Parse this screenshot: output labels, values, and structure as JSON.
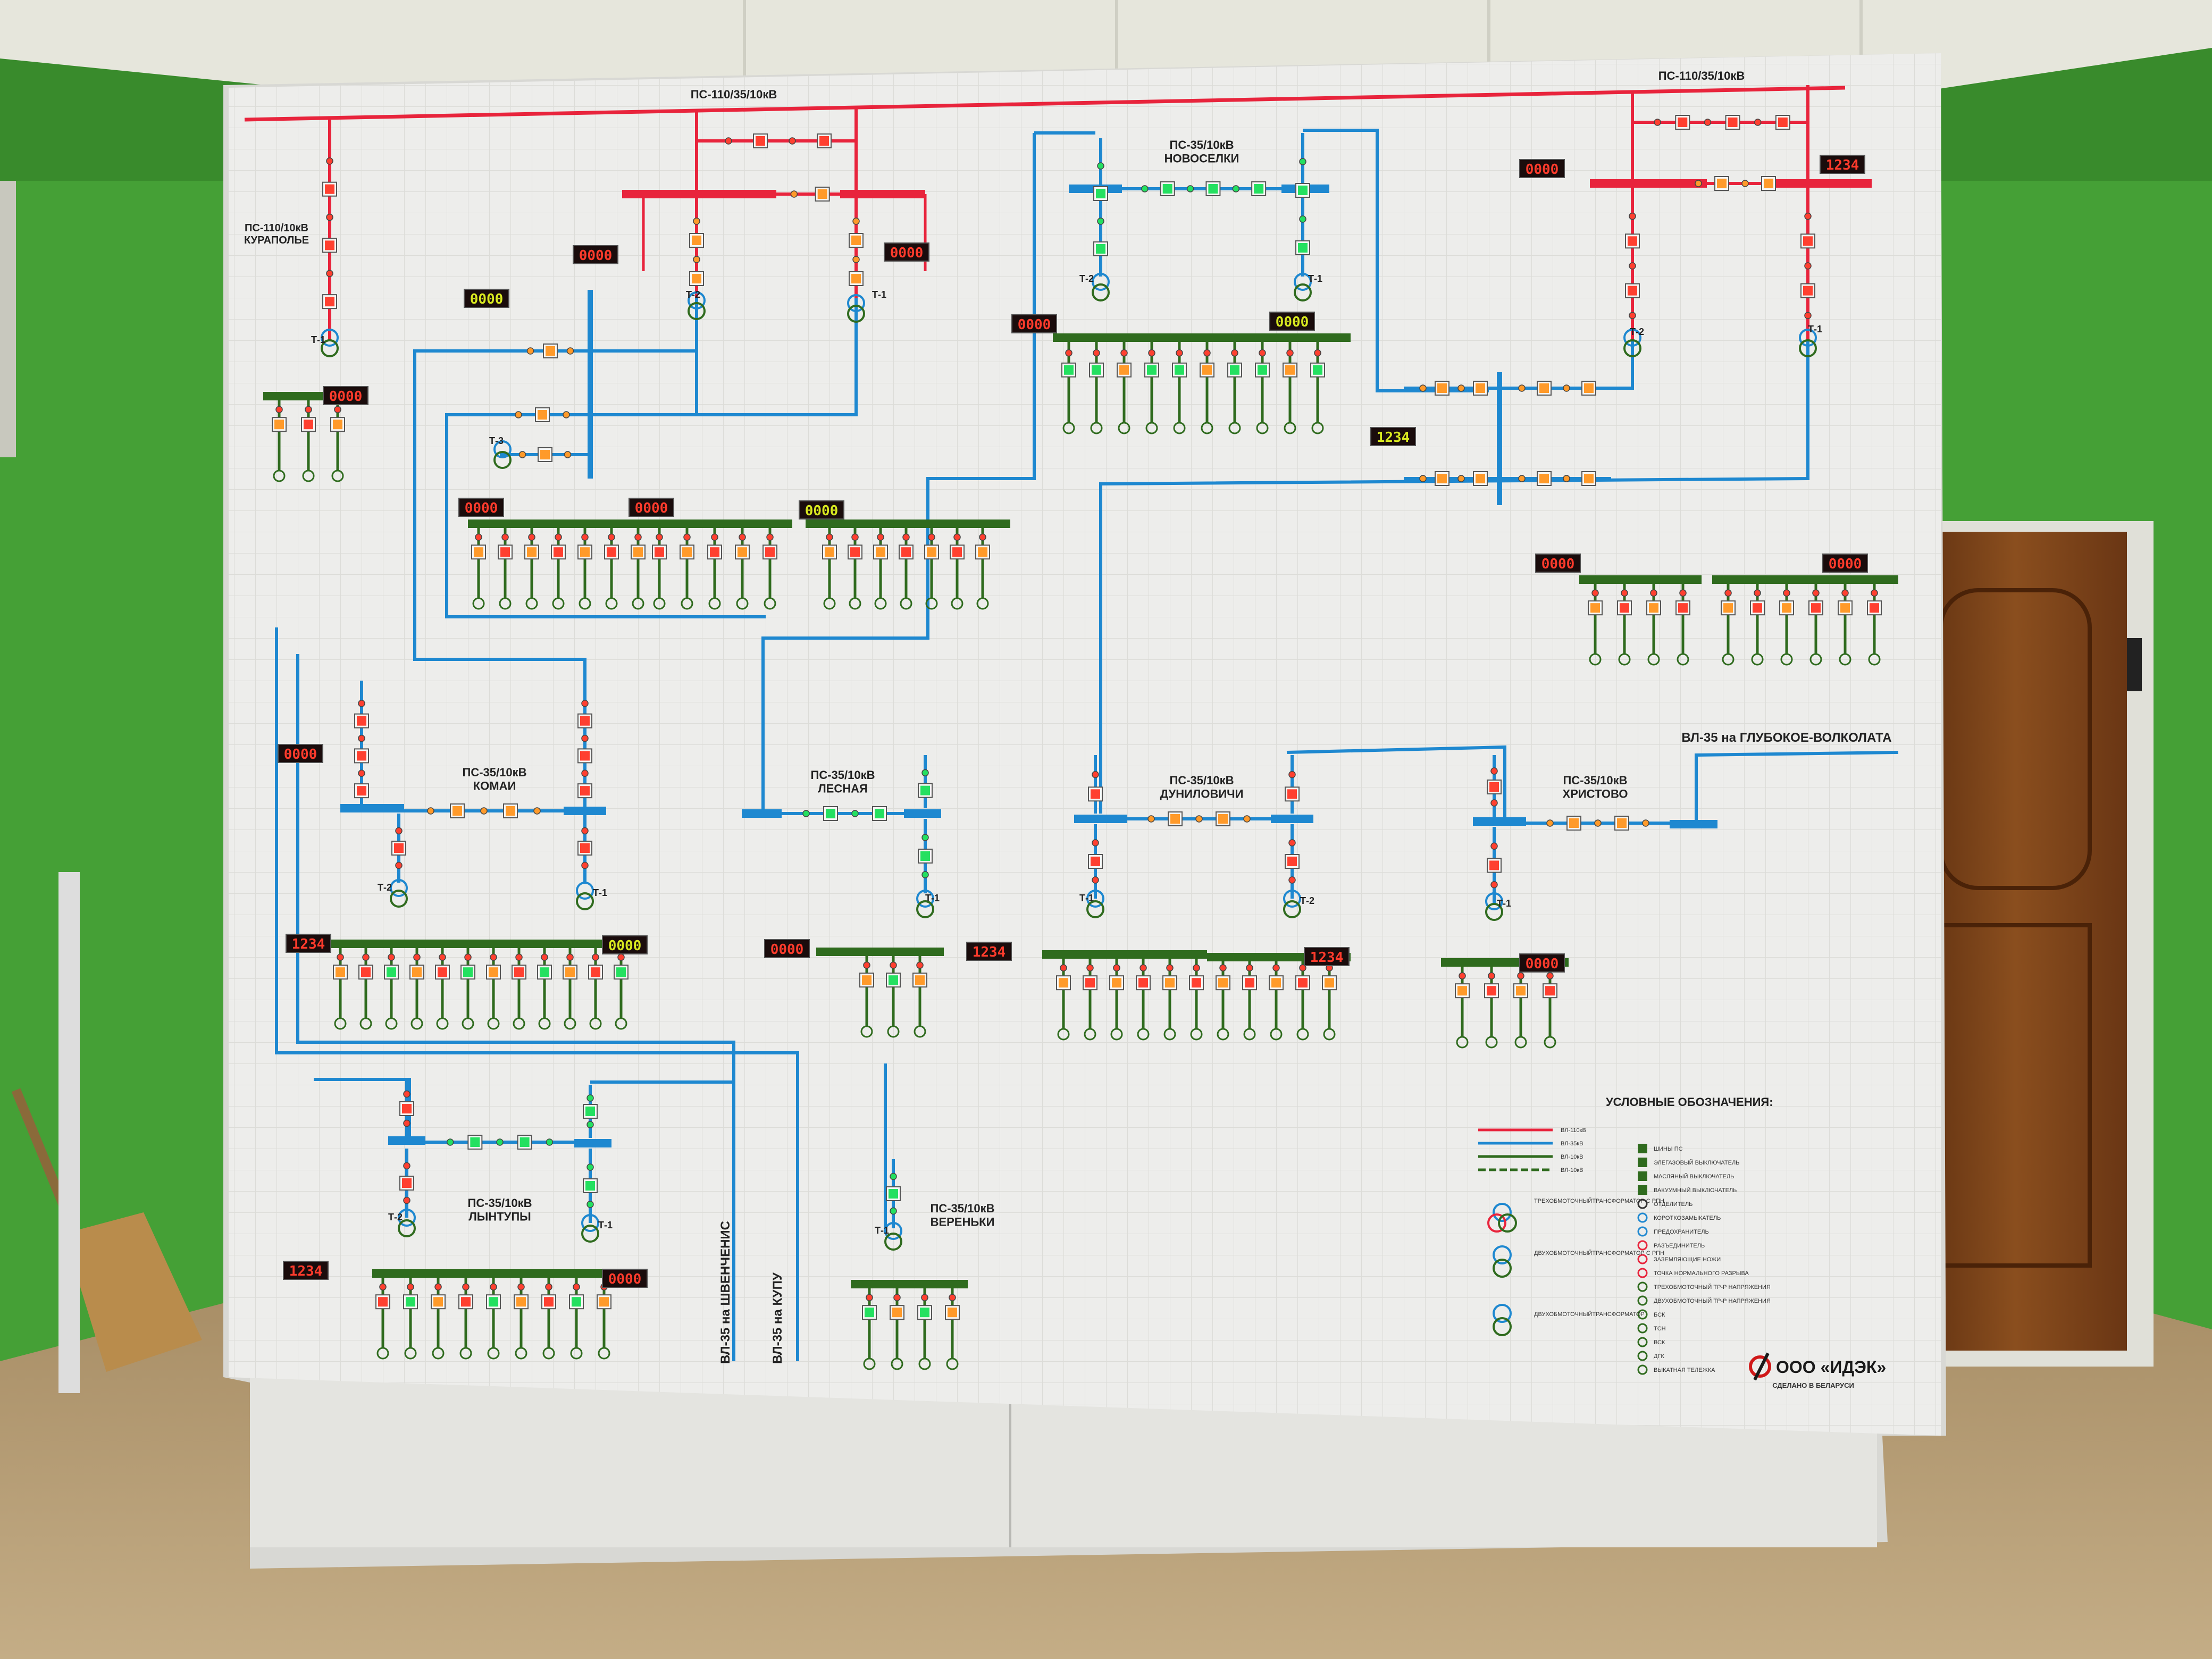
{
  "colors": {
    "wall": "#45a036",
    "ceiling": "#e3e3db",
    "floor": "#b29a74",
    "panel": "#ededeb",
    "grid": "#dadad6",
    "line_110": "#e8243c",
    "line_35": "#1e88d0",
    "line_10": "#2f6b1e",
    "lamp_red": "#ff4030",
    "lamp_orange": "#ff9a2a",
    "lamp_green": "#24e060",
    "display_bg": "#1a0c0c",
    "display_red": "#ff3b2c",
    "display_green": "#d8e820",
    "door": "#7a4118"
  },
  "header": {
    "ps_left_top": "ПС-110/35/10кВ",
    "ps_right_top": "ПС-110/35/10кВ"
  },
  "substations": {
    "kuralole": "ПС-110/10кВ\nКУРАПОЛЬЕ",
    "novoselki": "ПС-35/10кВ\nНОВОСЕЛКИ",
    "komai": "ПС-35/10кВ\nКОМАИ",
    "lesnaya": "ПС-35/10кВ\nЛЕСНАЯ",
    "dunilovichi": "ПС-35/10кВ\nДУНИЛОВИЧИ",
    "khristovo": "ПС-35/10кВ\nХРИСТОВО",
    "lyntupy": "ПС-35/10кВ\nЛЫНТУПЫ",
    "verenki": "ПС-35/10кВ\nВЕРЕНЬКИ"
  },
  "lines": {
    "vl_glubokoe": "ВЛ-35 на ГЛУБОКОЕ-ВОЛКОЛАТА",
    "vl_shvenchenis": "ВЛ-35 на ШВЕНЧЕНИС",
    "vl_kupu": "ВЛ-35 на КУПУ"
  },
  "transformers": {
    "t1": "Т-1",
    "t2": "Т-2",
    "t3": "Т-3"
  },
  "displays": [
    {
      "id": "d01",
      "value": "0000",
      "color": "red"
    },
    {
      "id": "d02",
      "value": "0000",
      "color": "green"
    },
    {
      "id": "d03",
      "value": "0000",
      "color": "red"
    },
    {
      "id": "d04",
      "value": "0000",
      "color": "red"
    },
    {
      "id": "d05",
      "value": "0000",
      "color": "red"
    },
    {
      "id": "d06",
      "value": "0000",
      "color": "green"
    },
    {
      "id": "d07",
      "value": "0000",
      "color": "red"
    },
    {
      "id": "d08",
      "value": "0000",
      "color": "red"
    },
    {
      "id": "d09",
      "value": "0000",
      "color": "green"
    },
    {
      "id": "d10",
      "value": "0000",
      "color": "red"
    },
    {
      "id": "d11",
      "value": "1234",
      "color": "red"
    },
    {
      "id": "d12",
      "value": "1234",
      "color": "green"
    },
    {
      "id": "d13",
      "value": "0000",
      "color": "red"
    },
    {
      "id": "d14",
      "value": "0000",
      "color": "red"
    },
    {
      "id": "d15",
      "value": "0000",
      "color": "red"
    },
    {
      "id": "d16",
      "value": "1234",
      "color": "red"
    },
    {
      "id": "d17",
      "value": "0000",
      "color": "green"
    },
    {
      "id": "d18",
      "value": "0000",
      "color": "red"
    },
    {
      "id": "d19",
      "value": "1234",
      "color": "red"
    },
    {
      "id": "d20",
      "value": "1234",
      "color": "red"
    },
    {
      "id": "d21",
      "value": "0000",
      "color": "red"
    },
    {
      "id": "d22",
      "value": "1234",
      "color": "red"
    },
    {
      "id": "d23",
      "value": "0000",
      "color": "red"
    }
  ],
  "legend": {
    "title": "УСЛОВНЫЕ ОБОЗНАЧЕНИЯ:",
    "line_items": [
      "ВЛ-110кВ",
      "ВЛ-35кВ",
      "ВЛ-10кВ",
      "ВЛ-10кВ"
    ],
    "symbol_items": [
      "ШИНЫ ПС",
      "ЭЛЕГАЗОВЫЙ ВЫКЛЮЧАТЕЛЬ",
      "МАСЛЯНЫЙ ВЫКЛЮЧАТЕЛЬ",
      "ВАКУУМНЫЙ ВЫКЛЮЧАТЕЛЬ",
      "ОТДЕЛИТЕЛЬ",
      "КОРОТКОЗАМЫКАТЕЛЬ",
      "ПРЕДОХРАНИТЕЛЬ",
      "РАЗЪЕДИНИТЕЛЬ",
      "ЗАЗЕМЛЯЮЩИЕ НОЖИ",
      "ТОЧКА НОРМАЛЬНОГО РАЗРЫВА",
      "ТРЕХОБМОТОЧНЫЙ ТР-Р НАПРЯЖЕНИЯ",
      "ДВУХОБМОТОЧНЫЙ ТР-Р НАПРЯЖЕНИЯ",
      "БСК",
      "ТСН",
      "ВСК",
      "ДГК",
      "ВЫКАТНАЯ ТЕЛЕЖКА"
    ],
    "transformer_items": [
      "ТРЕХОБМОТОЧНЫЙ\nТРАНСФОРМАТОР С РПН",
      "ДВУХОБМОТОЧНЫЙ\nТРАНСФОРМАТОР С РПН",
      "ДВУХОБМОТОЧНЫЙ\nТРАНСФОРМАТОР"
    ]
  },
  "brand": {
    "name": "ООО «ИДЭК»",
    "tagline": "СДЕЛАНО В БЕЛАРУСИ"
  }
}
